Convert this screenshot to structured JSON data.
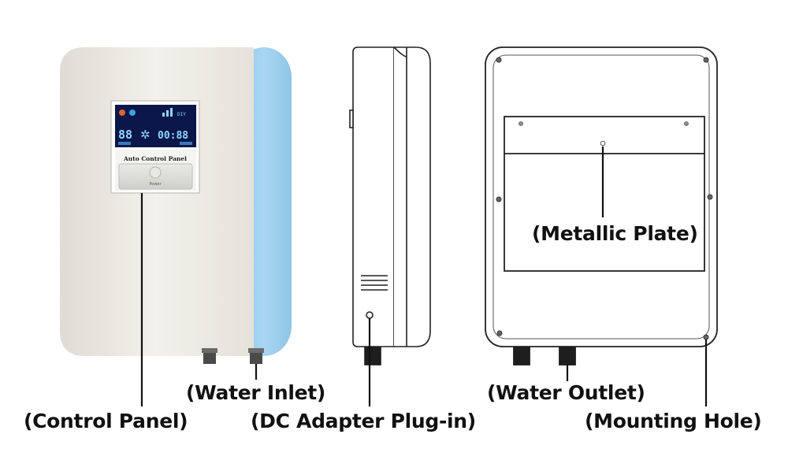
{
  "device_front": {
    "panel_title": "Auto Control Panel",
    "panel_button_caption": "Power",
    "lcd_left_value": "88",
    "lcd_right_value": "00:88",
    "lcd_badge": "DIY"
  },
  "labels": {
    "control_panel": "(Control Panel)",
    "water_inlet": "(Water Inlet)",
    "dc_adapter": "(DC Adapter Plug-in)",
    "water_outlet": "(Water Outlet)",
    "mounting_hole": "(Mounting Hole)",
    "metallic_plate": "(Metallic Plate)"
  },
  "colors": {
    "body_white": "#eceae2",
    "side_blue": "#9ed0ee",
    "lcd_background": "#0b1748",
    "lcd_digits": "#8fd6ff",
    "outline": "#222222"
  }
}
